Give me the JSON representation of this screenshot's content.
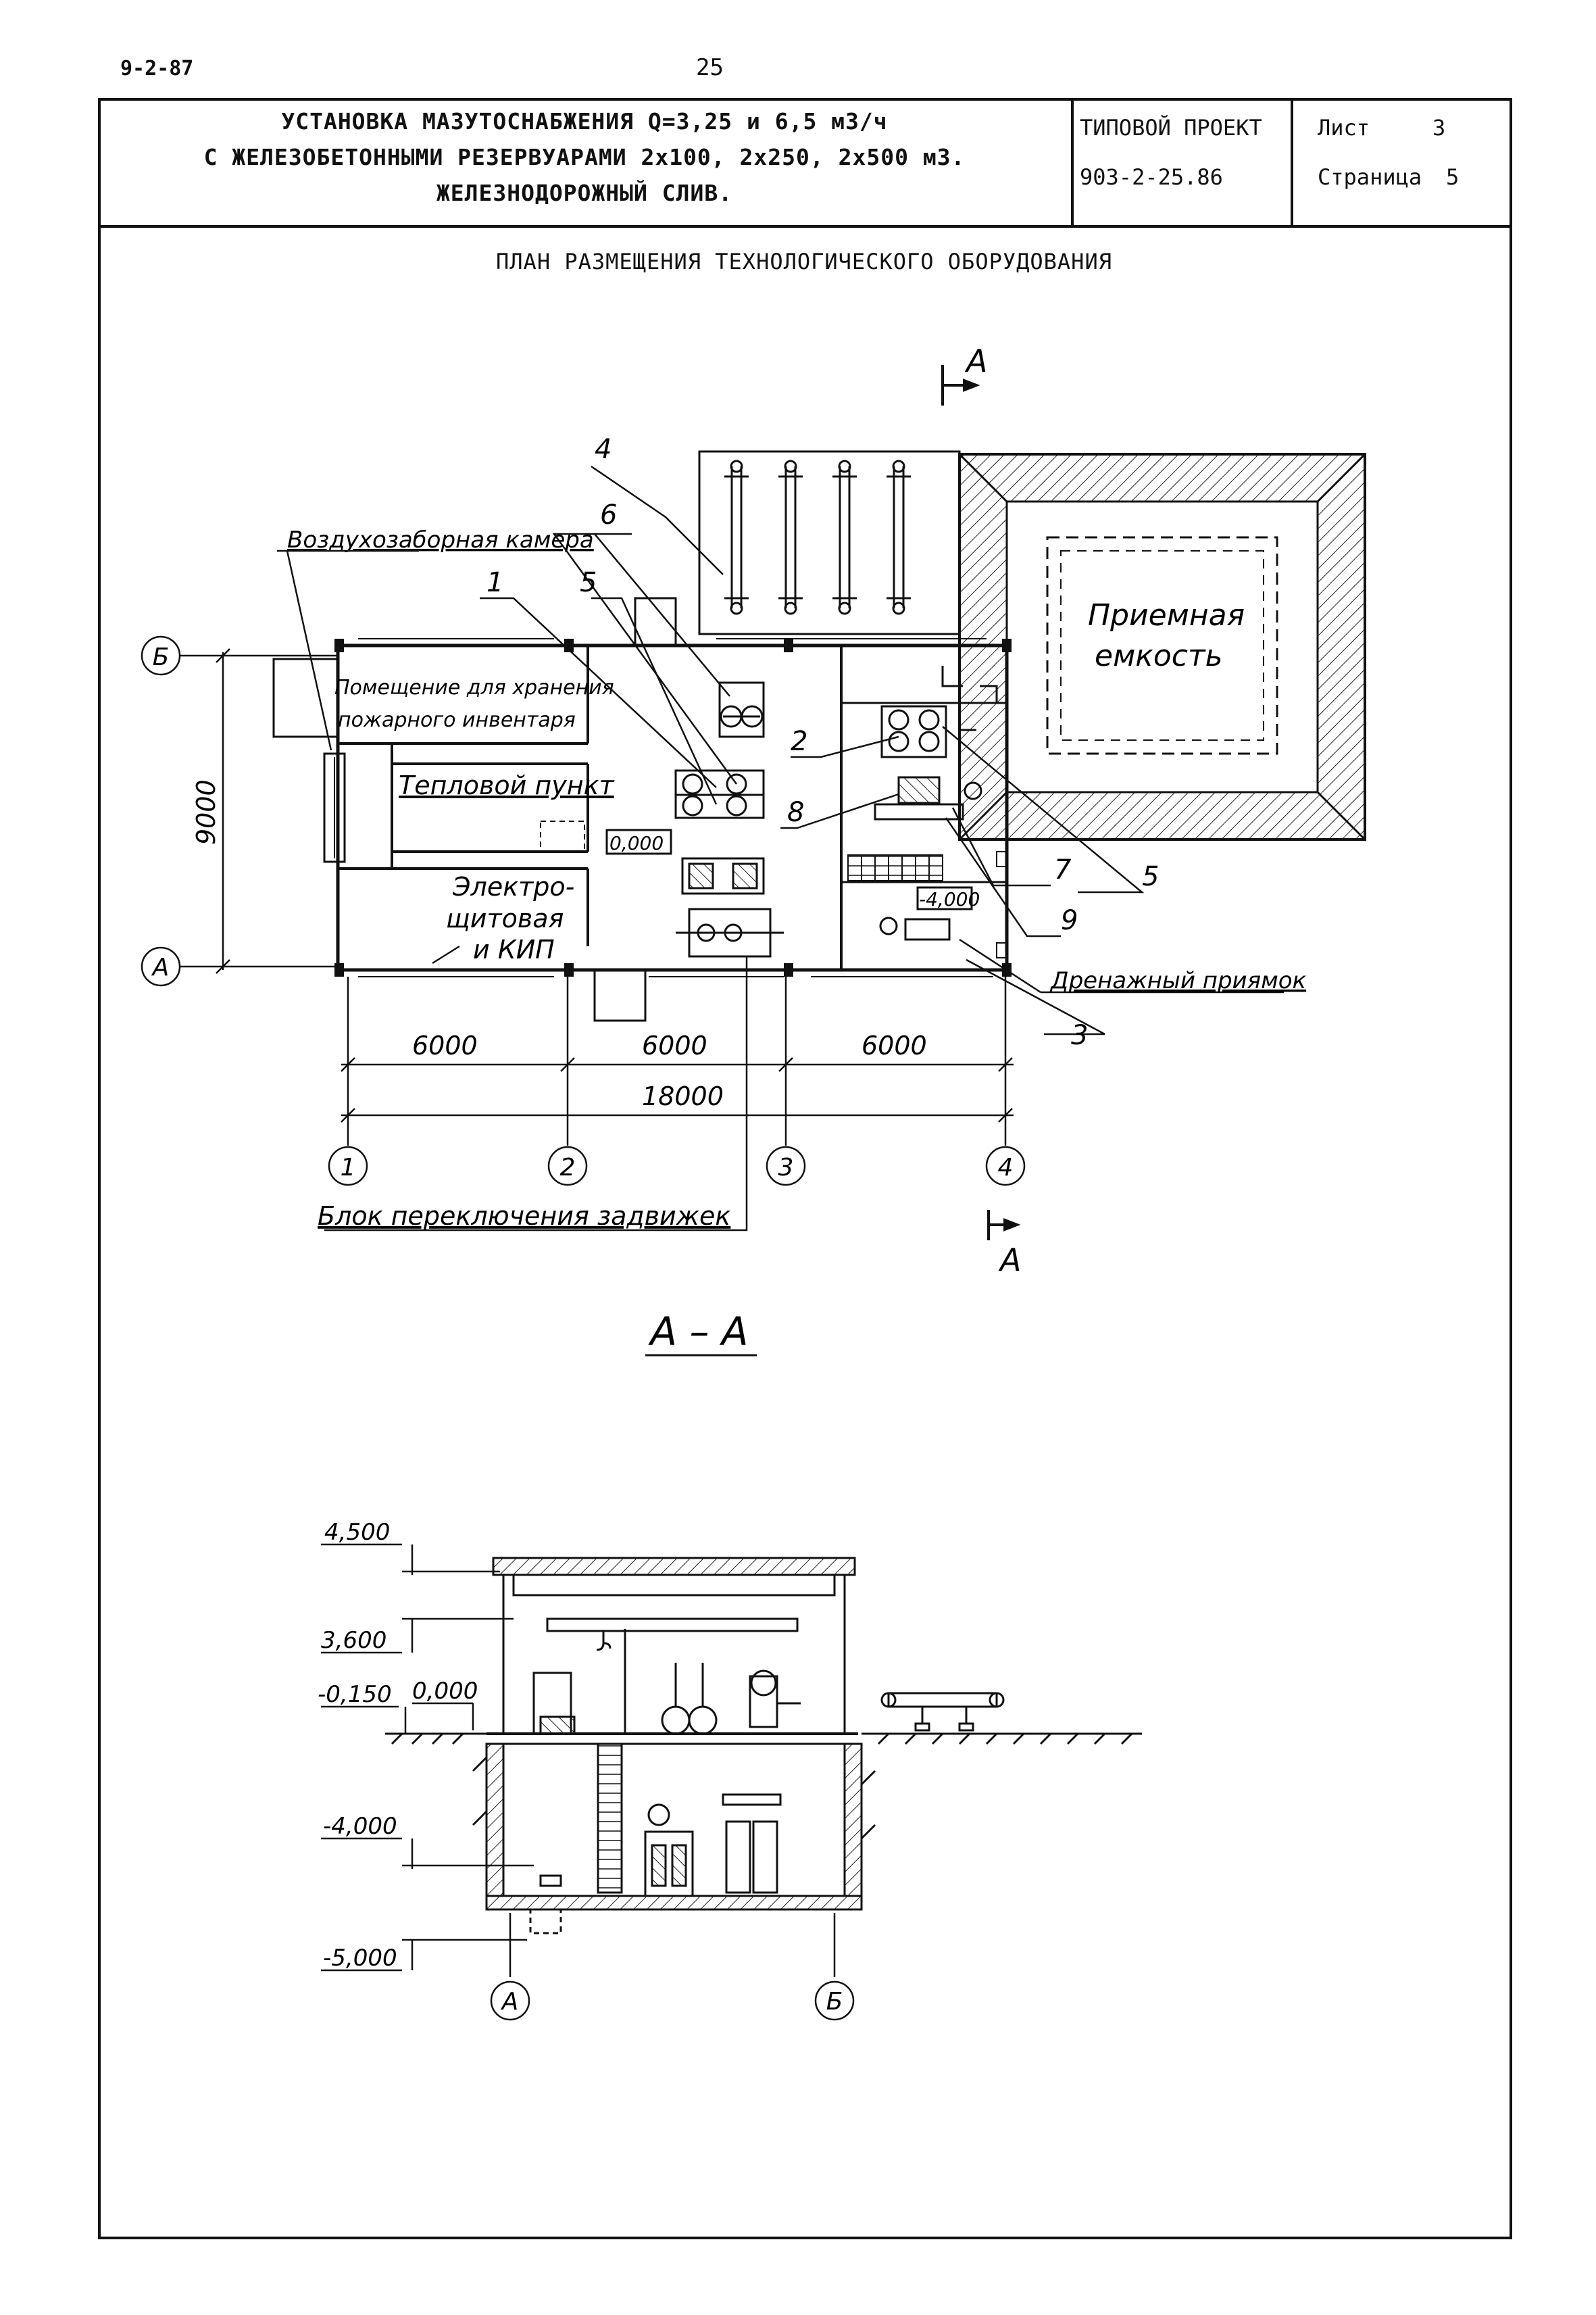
{
  "page": {
    "code": "9-2-87",
    "number": "25"
  },
  "title_block": {
    "title_lines": [
      "УСТАНОВКА МАЗУТОСНАБЖЕНИЯ Q=3,25 и 6,5 м3/ч",
      "С ЖЕЛЕЗОБЕТОННЫМИ РЕЗЕРВУАРАМИ 2х100, 2х250, 2х500 м3.",
      "ЖЕЛЕЗНОДОРОЖНЫЙ СЛИВ."
    ],
    "project_label": "ТИПОВОЙ ПРОЕКТ",
    "project_number": "903-2-25.86",
    "sheet_label": "Лист",
    "sheet_value": "3",
    "page_label": "Страница",
    "page_value": "5"
  },
  "plan": {
    "title": "ПЛАН РАЗМЕЩЕНИЯ ТЕХНОЛОГИЧЕСКОГО ОБОРУДОВАНИЯ",
    "section_mark": "А",
    "rooms": {
      "air_intake": "Воздухозаборная камера",
      "fire_storage_1": "Помещение для хранения",
      "fire_storage_2": "пожарного инвентаря",
      "heat_point": "Тепловой пункт",
      "electro_1": "Электро-",
      "electro_2": "щитовая",
      "electro_3": "и КИП",
      "tank_1": "Приемная",
      "tank_2": "емкость"
    },
    "elevation_0": "0,000",
    "elevation_m4": "-4,000",
    "drain_pit": "Дренажный приямок",
    "valve_block": "Блок переключения задвижек",
    "dim_9000": "9000",
    "dim_6000": "6000",
    "dim_18000": "18000",
    "axes_letters": [
      "Б",
      "А"
    ],
    "axes_numbers": [
      "1",
      "2",
      "3",
      "4"
    ],
    "callouts": [
      "1",
      "2",
      "3",
      "4",
      "5",
      "6",
      "7",
      "8",
      "9"
    ]
  },
  "section": {
    "title": "А – А",
    "levels": [
      "4,500",
      "3,600",
      "-0,150",
      "0,000",
      "-4,000",
      "-5,000"
    ],
    "axes": [
      "А",
      "Б"
    ]
  }
}
